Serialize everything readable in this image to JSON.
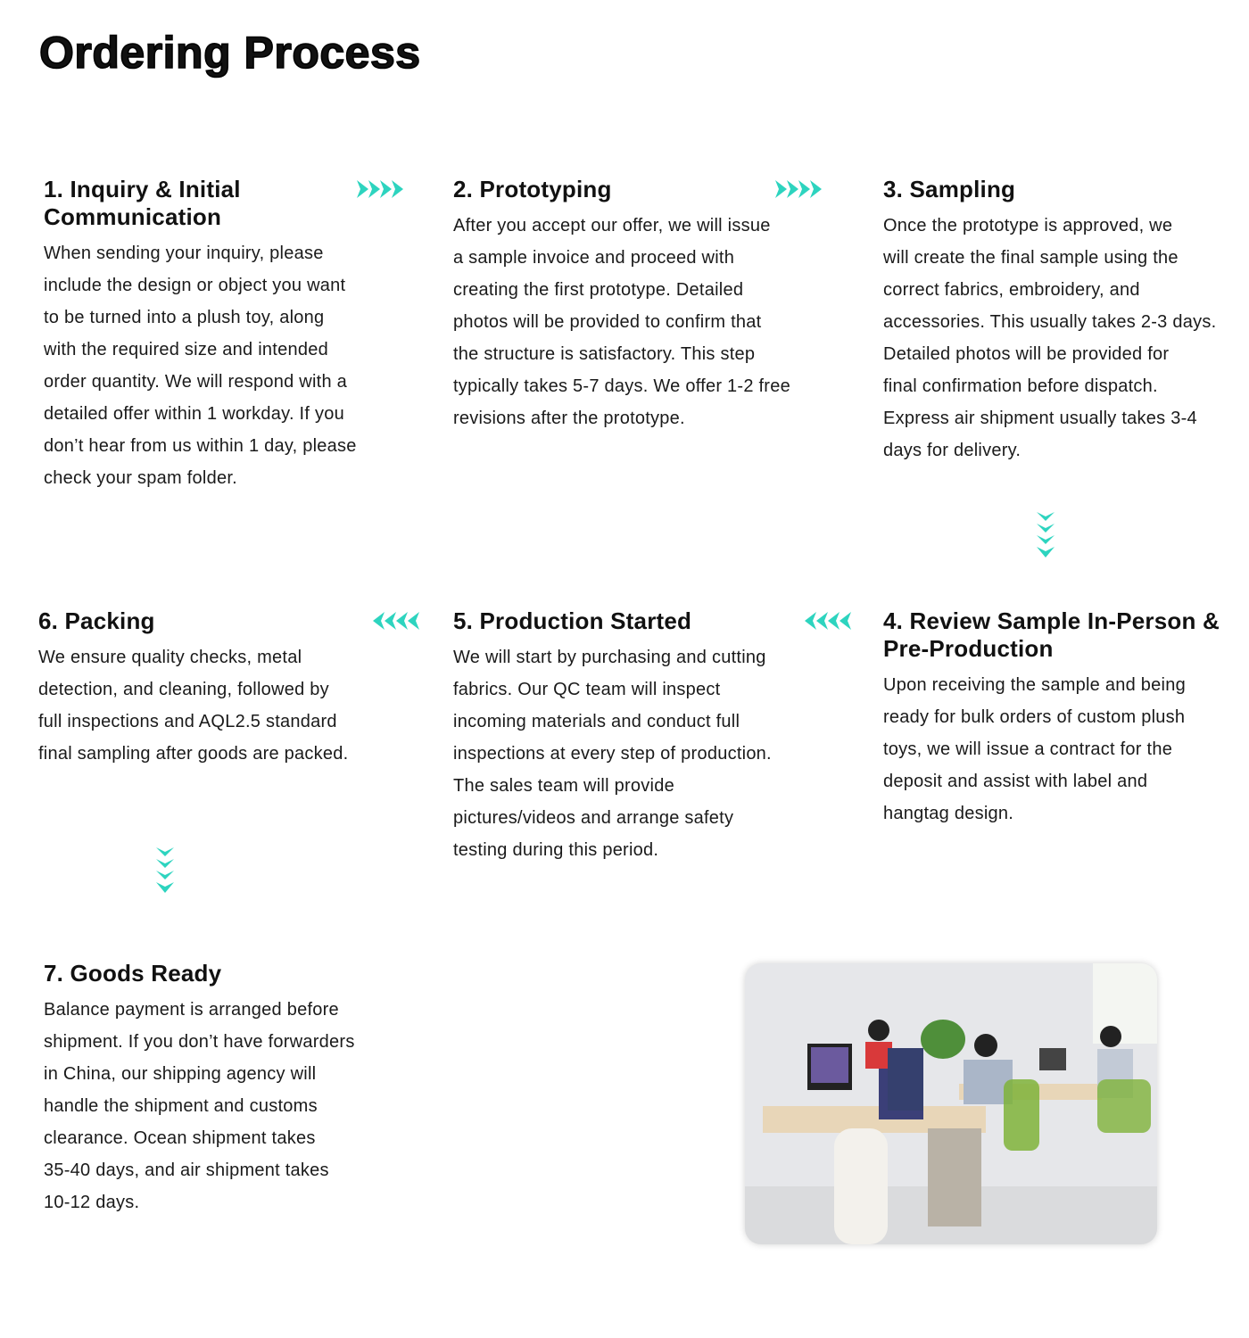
{
  "title": "Ordering Process",
  "accent_color": "#2dd4bf",
  "steps": [
    {
      "id": "s1",
      "title_lines": [
        "1. Inquiry & Initial",
        "Communication"
      ],
      "lines": [
        "When sending your inquiry, please",
        "include the design or object you want",
        "to be turned into a plush toy, along",
        "with the required size and intended",
        "order quantity. We will respond with a",
        "detailed offer within 1 workday. If you",
        "don’t hear from us within 1 day, please",
        "check your spam folder."
      ]
    },
    {
      "id": "s2",
      "title_lines": [
        "2. Prototyping"
      ],
      "lines": [
        "After you accept our offer, we will issue",
        "a sample invoice and proceed with",
        "creating the first prototype. Detailed",
        "photos will be provided to confirm that",
        "the structure is satisfactory. This step",
        "typically takes 5-7 days. We offer 1-2 free",
        "revisions after the prototype."
      ]
    },
    {
      "id": "s3",
      "title_lines": [
        "3. Sampling"
      ],
      "lines": [
        "Once the prototype is approved, we",
        "will create the final sample using the",
        "correct fabrics, embroidery, and",
        "accessories. This usually takes 2-3 days.",
        "Detailed photos will be provided for",
        "final confirmation before dispatch.",
        "Express air shipment usually takes 3-4",
        "days for delivery."
      ]
    },
    {
      "id": "s4",
      "title_lines": [
        "4. Review Sample In-Person &",
        "Pre-Production"
      ],
      "lines": [
        "Upon receiving the sample and being",
        "ready for bulk orders of custom plush",
        "toys, we will issue a contract for the",
        "deposit and assist with label and",
        "hangtag design."
      ]
    },
    {
      "id": "s5",
      "title_lines": [
        "5. Production Started"
      ],
      "lines": [
        "We will start by purchasing and cutting",
        "fabrics. Our QC team will inspect",
        "incoming materials and conduct full",
        "inspections at every step of production.",
        "The sales team will provide",
        "pictures/videos and arrange safety",
        "testing during this period."
      ]
    },
    {
      "id": "s6",
      "title_lines": [
        "6. Packing"
      ],
      "lines": [
        "We ensure quality checks, metal",
        "detection, and cleaning, followed by",
        "full inspections and AQL2.5 standard",
        "final sampling after goods are packed."
      ]
    },
    {
      "id": "s7",
      "title_lines": [
        "7. Goods Ready"
      ],
      "lines": [
        "Balance payment is arranged before",
        "shipment. If you don’t have forwarders",
        "in China, our shipping agency will",
        "handle the shipment and customs",
        "clearance. Ocean shipment takes",
        "35-40 days, and air shipment takes",
        "10-12 days."
      ]
    }
  ],
  "arrows": [
    {
      "icon": "chevrons-right-icon",
      "dir": "right"
    },
    {
      "icon": "chevrons-right-icon",
      "dir": "right"
    },
    {
      "icon": "chevrons-down-icon",
      "dir": "down"
    },
    {
      "icon": "chevrons-left-icon",
      "dir": "left"
    },
    {
      "icon": "chevrons-left-icon",
      "dir": "left"
    },
    {
      "icon": "chevrons-down-icon",
      "dir": "down"
    }
  ]
}
